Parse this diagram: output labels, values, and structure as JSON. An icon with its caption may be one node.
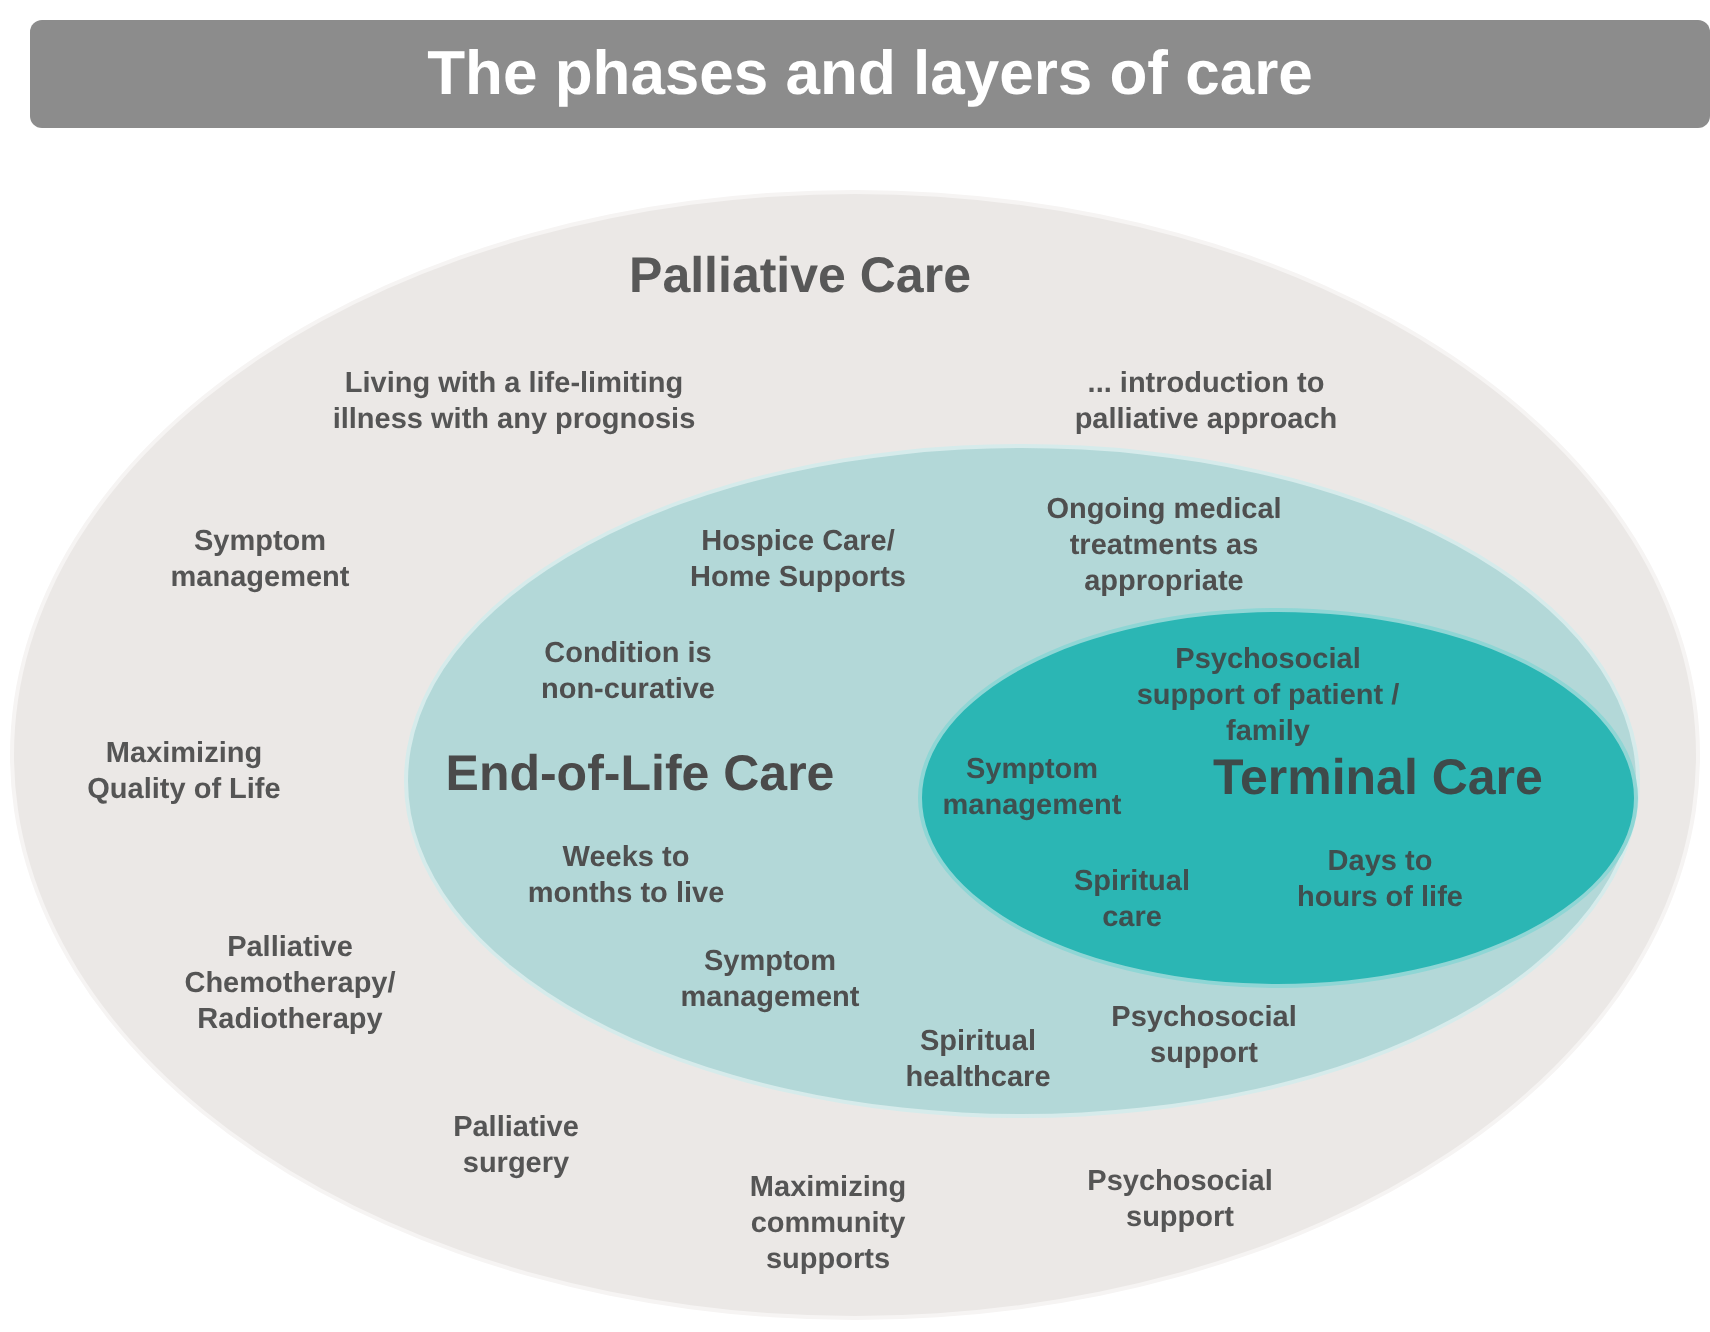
{
  "diagram": {
    "title": "The phases and layers of care",
    "nodes": [
      {
        "text": [
          "Palliative Care",
          "Living with a life-limiting illness with any prognosis",
          "... introduction to palliative approach",
          "Symptom management",
          "Maximizing Quality of Life",
          "Palliative Chemotherapy/ Radiotherapy",
          "Palliative surgery",
          "Maximizing community supports",
          "Psychosocial support"
        ]
      },
      {
        "text": [
          "Ongoing medical treatments as appropriate",
          "Hospice Care/ Home Supports",
          "Condition is non-curative",
          "End-of-Life Care",
          "Weeks to months to live",
          "Symptom management",
          "Psychosocial support",
          "Spiritual healthcare"
        ],
        "in": 0
      },
      {
        "text": [
          "Psychosocial support of patient / family",
          "Symptom management",
          "Terminal Care",
          "Spiritual care",
          "Days to hours of life"
        ],
        "in": 1
      }
    ]
  }
}
